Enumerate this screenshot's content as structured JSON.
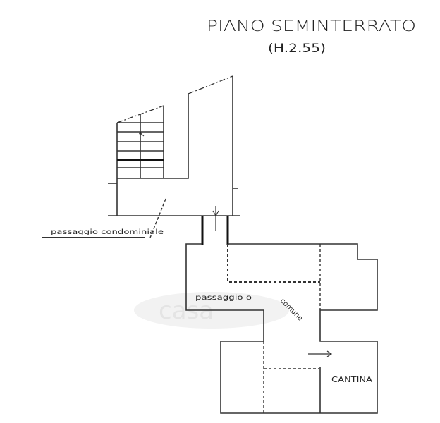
{
  "title": "PIANO SEMINTERRATO",
  "subtitle": "(H.2.55)",
  "labels": {
    "condominial_passage": "passaggio condominiale",
    "passage": "passaggio o",
    "common": "comune",
    "cellar": "CANTINA"
  },
  "watermark": "casa",
  "colors": {
    "line": "#333333",
    "watermark": "#e8e8e8"
  }
}
